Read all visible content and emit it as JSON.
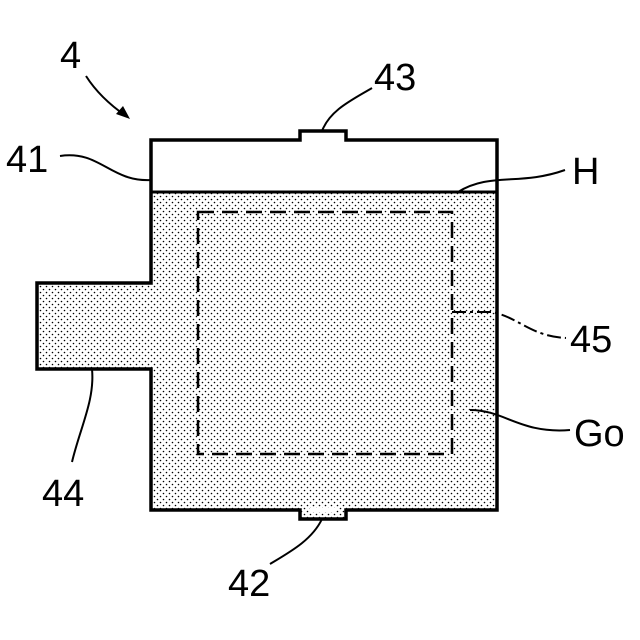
{
  "figure": {
    "number": "4",
    "colors": {
      "line": "#000000",
      "fill_dot": "#000000",
      "background": "#ffffff"
    },
    "labels": {
      "container": "41",
      "outlet": "42",
      "inlet": "43",
      "side_chamber": "44",
      "inner_region": "45",
      "liquid_surface": "H",
      "gel": "Go"
    }
  }
}
